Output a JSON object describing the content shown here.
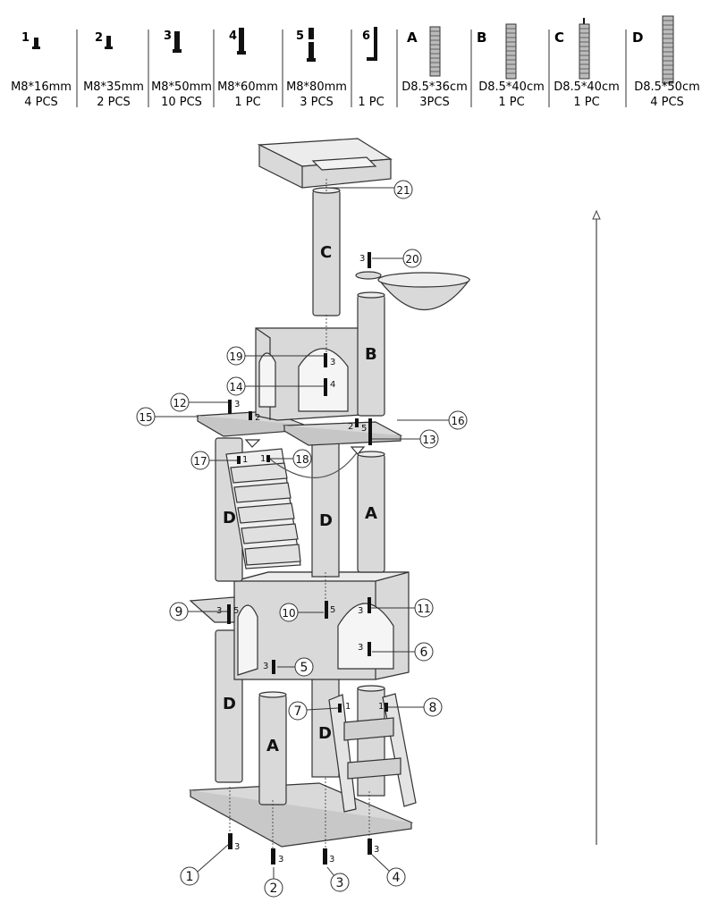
{
  "parts_legend": [
    {
      "id": "1",
      "kind": "bolt",
      "size": "M8*16mm",
      "qty": "4 PCS"
    },
    {
      "id": "2",
      "kind": "bolt",
      "size": "M8*35mm",
      "qty": "2 PCS"
    },
    {
      "id": "3",
      "kind": "bolt",
      "size": "M8*50mm",
      "qty": "10 PCS"
    },
    {
      "id": "4",
      "kind": "bolt",
      "size": "M8*60mm",
      "qty": "1 PC"
    },
    {
      "id": "5",
      "kind": "bolt",
      "size": "M8*80mm",
      "qty": "3 PCS"
    },
    {
      "id": "6",
      "kind": "allen-key",
      "size": "",
      "qty": "1 PC"
    },
    {
      "id": "A",
      "kind": "post",
      "size": "D8.5*36cm",
      "qty": "3PCS"
    },
    {
      "id": "B",
      "kind": "post",
      "size": "D8.5*40cm",
      "qty": "1 PC"
    },
    {
      "id": "C",
      "kind": "post",
      "size": "D8.5*40cm",
      "qty": "1 PC"
    },
    {
      "id": "D",
      "kind": "post",
      "size": "D8.5*50cm",
      "qty": "4 PCS"
    }
  ],
  "post_labels": {
    "C": "C",
    "B": "B",
    "A_upper": "A",
    "A_lower": "A",
    "D_left_upper": "D",
    "D_mid_upper": "D",
    "D_left_lower": "D",
    "D_mid_lower": "D"
  },
  "callouts": [
    {
      "num": "1"
    },
    {
      "num": "2"
    },
    {
      "num": "3"
    },
    {
      "num": "4"
    },
    {
      "num": "5"
    },
    {
      "num": "6"
    },
    {
      "num": "7"
    },
    {
      "num": "8"
    },
    {
      "num": "9"
    },
    {
      "num": "10"
    },
    {
      "num": "11"
    },
    {
      "num": "12"
    },
    {
      "num": "13"
    },
    {
      "num": "14"
    },
    {
      "num": "15"
    },
    {
      "num": "16"
    },
    {
      "num": "17"
    },
    {
      "num": "18"
    },
    {
      "num": "19"
    },
    {
      "num": "20"
    },
    {
      "num": "21"
    }
  ],
  "bolt_tags": [
    {
      "text": "3"
    },
    {
      "text": "3"
    },
    {
      "text": "3"
    },
    {
      "text": "3"
    },
    {
      "text": "3"
    },
    {
      "text": "3"
    },
    {
      "text": "5"
    },
    {
      "text": "3"
    },
    {
      "text": "3"
    },
    {
      "text": "5"
    },
    {
      "text": "1"
    },
    {
      "text": "1"
    },
    {
      "text": "1"
    },
    {
      "text": "1"
    },
    {
      "text": "3"
    },
    {
      "text": "2"
    },
    {
      "text": "2"
    },
    {
      "text": "5"
    },
    {
      "text": "3"
    },
    {
      "text": "4"
    },
    {
      "text": "3"
    }
  ],
  "colors": {
    "line": "#333333",
    "fill_gray": "#d9d9d9",
    "fill_light": "#ececec",
    "bolt": "#111111"
  }
}
